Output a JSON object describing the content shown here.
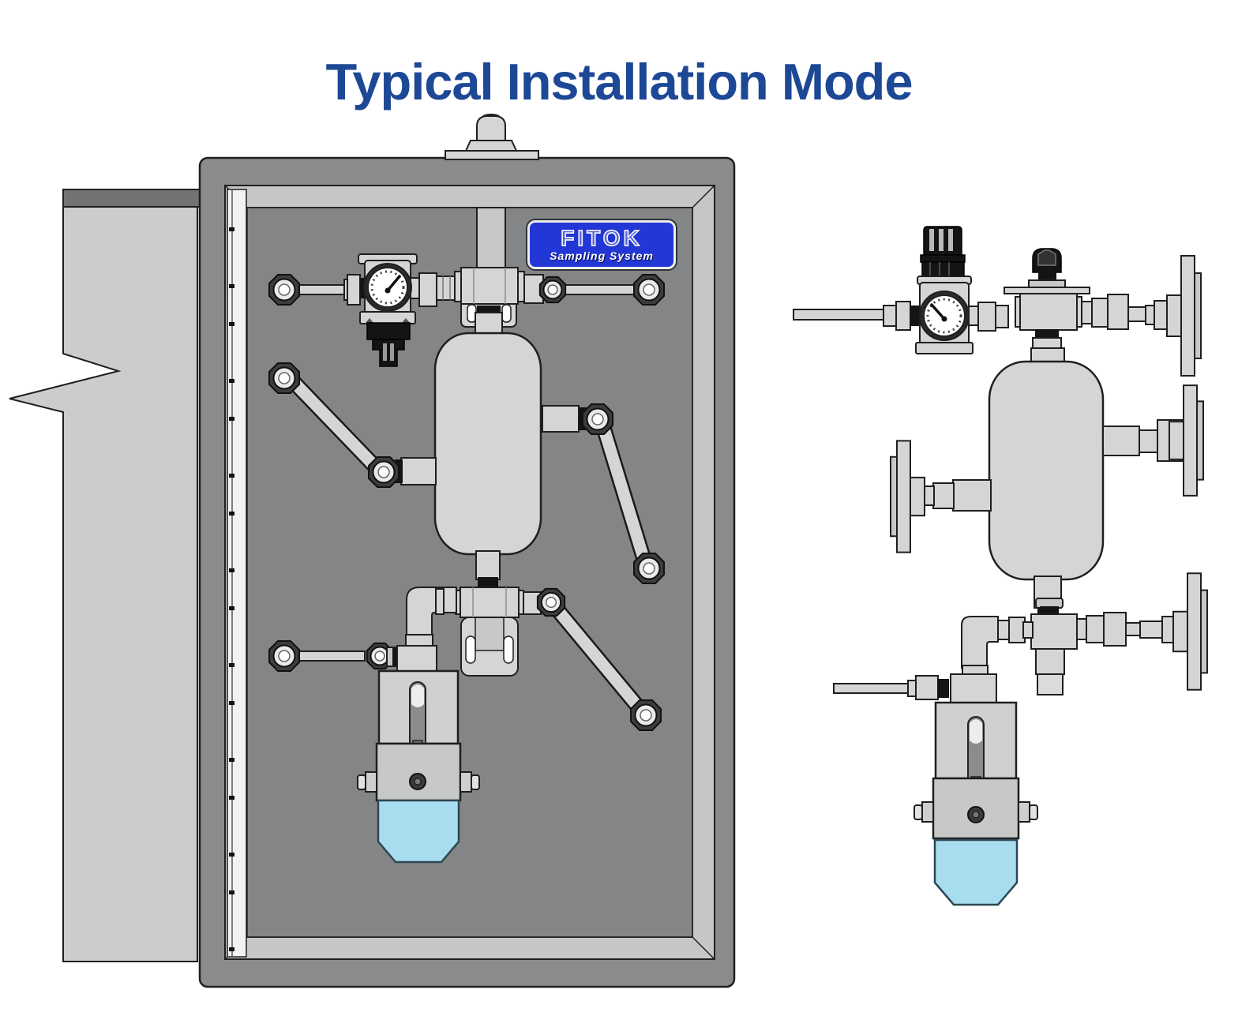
{
  "page": {
    "title": "Typical Installation Mode"
  },
  "badge": {
    "brand": "FITOK",
    "tagline": "Sampling System"
  },
  "icons": {
    "gauge": "pressure-gauge-icon",
    "bulkhead": "bulkhead-connector-icon",
    "flange": "pipe-flange-icon"
  },
  "colors": {
    "title_text": "#1d4896",
    "badge_blue": "#2336d6",
    "badge_text": "#ffffff",
    "outline": "#1f1f1f",
    "door_face": "#cbcccc",
    "door_top": "#717374",
    "enclosure": "#8a8b8b",
    "bevel": "#c5c6c6",
    "panel": "#848586",
    "hinge": "#f2f2f2",
    "metal": "#d4d5d5",
    "metal_shade": "#c7c8c8",
    "slot_gray": "#8b8c8d",
    "black_part": "#141414",
    "liquid": "#a8ddf0",
    "liquid_edge": "#2e4751",
    "white": "#ffffff"
  }
}
